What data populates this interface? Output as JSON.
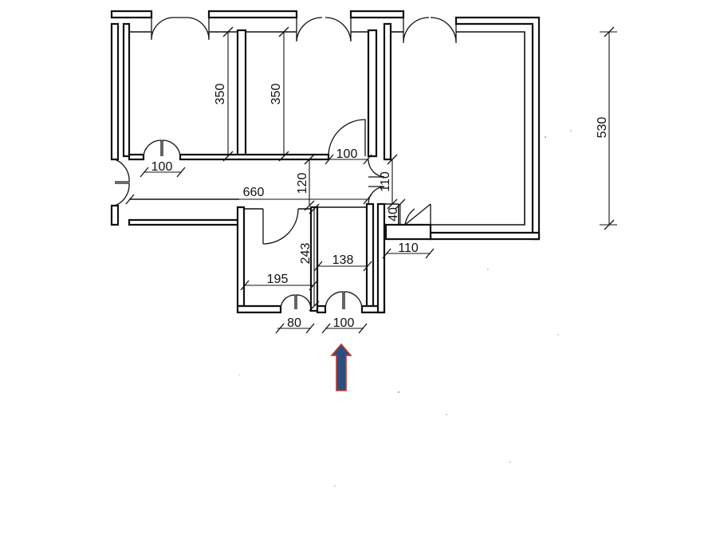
{
  "dimensions": {
    "room1_depth": "350",
    "room2_depth": "350",
    "right_room_height": "530",
    "door_left_corridor": "100",
    "door_room2": "100",
    "corridor_length": "660",
    "corridor_width": "120",
    "door_right_corridor": "110",
    "small_door_height": "40",
    "bath_width": "110",
    "storage_height": "243",
    "storage_width": "195",
    "entry_width": "138",
    "door_storage": "80",
    "door_entry": "100"
  },
  "colors": {
    "wall": "#111111",
    "entry_arrow_fill": "#2e4e7e",
    "entry_arrow_stroke": "#c0392b"
  },
  "icons": {
    "entry": "entry-arrow-icon"
  }
}
